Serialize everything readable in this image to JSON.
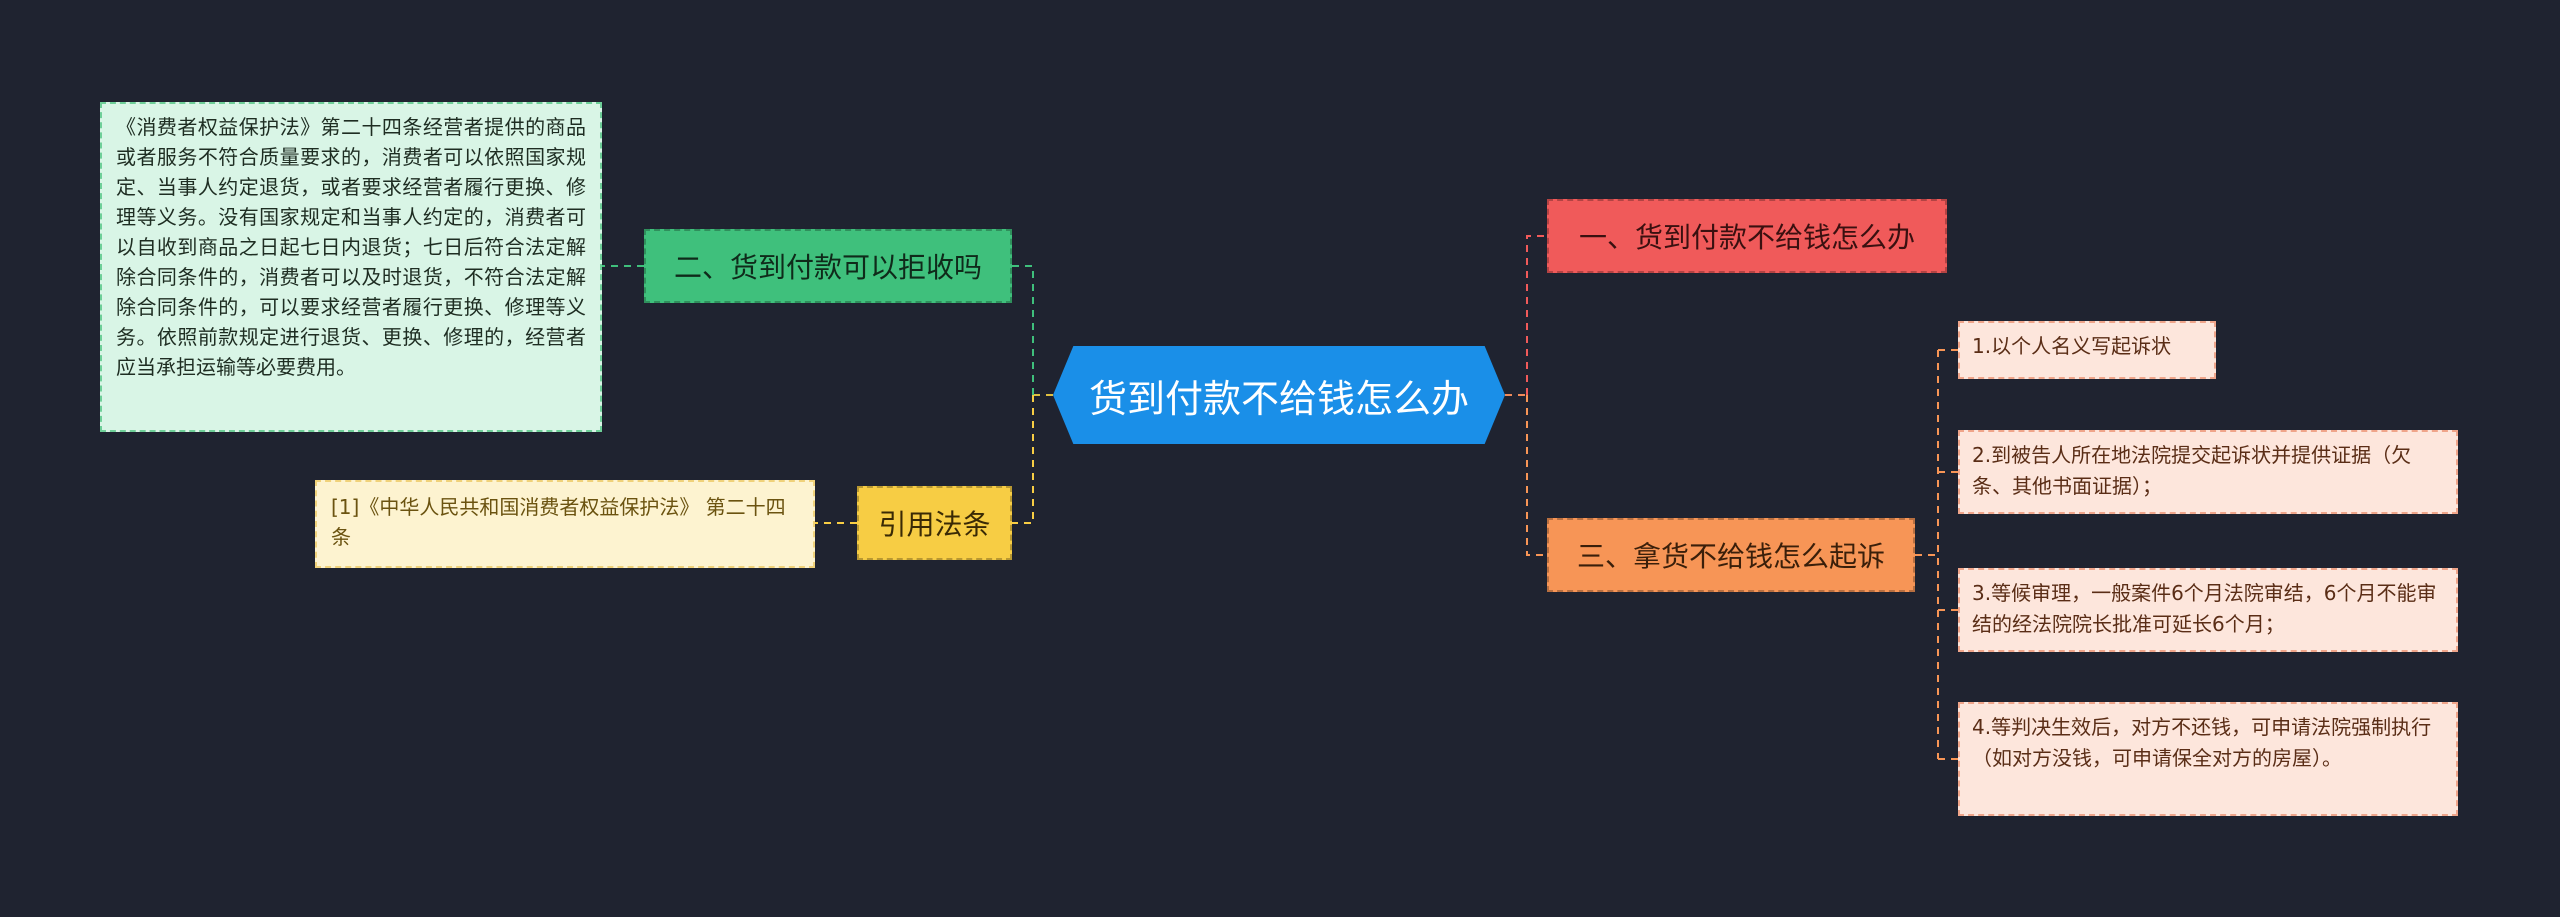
{
  "center": {
    "label": "货到付款不给钱怎么办"
  },
  "branches": {
    "right_1": {
      "label": "一、货到付款不给钱怎么办"
    },
    "right_3": {
      "label": "三、拿货不给钱怎么起诉",
      "steps": [
        "1.以个人名义写起诉状",
        "2.到被告人所在地法院提交起诉状并提供证据（欠条、其他书面证据）；",
        "3.等候审理，一般案件6个月法院审结，6个月不能审结的经法院院长批准可延长6个月；",
        "4.等判决生效后，对方不还钱，可申请法院强制执行（如对方没钱，可申请保全对方的房屋）。"
      ]
    },
    "left_2": {
      "label": "二、货到付款可以拒收吗",
      "detail": "《消费者权益保护法》第二十四条经营者提供的商品或者服务不符合质量要求的，消费者可以依照国家规定、当事人约定退货，或者要求经营者履行更换、修理等义务。没有国家规定和当事人约定的，消费者可以自收到商品之日起七日内退货；七日后符合法定解除合同条件的，消费者可以及时退货，不符合法定解除合同条件的，可以要求经营者履行更换、修理等义务。依照前款规定进行退货、更换、修理的，经营者应当承担运输等必要费用。"
    },
    "left_cite": {
      "label": "引用法条",
      "detail": "[1]《中华人民共和国消费者权益保护法》 第二十四条"
    }
  },
  "colors": {
    "background": "#1f2330",
    "center": "#1a8fe8",
    "branch_red": "#f05a5a",
    "branch_orange": "#f79556",
    "branch_green": "#3fc07c",
    "branch_yellow": "#f7cd44"
  }
}
